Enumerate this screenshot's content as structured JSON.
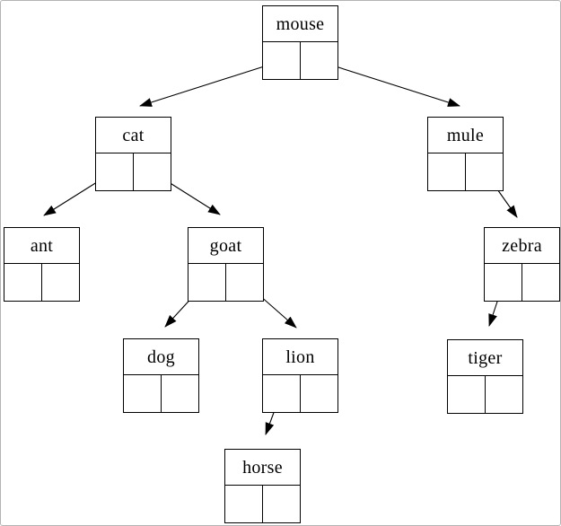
{
  "diagram": {
    "type": "binary-tree-pointer-diagram",
    "title": "",
    "root": "mouse",
    "nodes": [
      {
        "id": "mouse",
        "label": "mouse"
      },
      {
        "id": "cat",
        "label": "cat"
      },
      {
        "id": "mule",
        "label": "mule"
      },
      {
        "id": "ant",
        "label": "ant"
      },
      {
        "id": "goat",
        "label": "goat"
      },
      {
        "id": "zebra",
        "label": "zebra"
      },
      {
        "id": "dog",
        "label": "dog"
      },
      {
        "id": "lion",
        "label": "lion"
      },
      {
        "id": "tiger",
        "label": "tiger"
      },
      {
        "id": "horse",
        "label": "horse"
      }
    ],
    "edges": [
      {
        "from": "mouse",
        "pointer": "left",
        "to": "cat"
      },
      {
        "from": "mouse",
        "pointer": "right",
        "to": "mule"
      },
      {
        "from": "cat",
        "pointer": "left",
        "to": "ant"
      },
      {
        "from": "cat",
        "pointer": "right",
        "to": "goat"
      },
      {
        "from": "goat",
        "pointer": "left",
        "to": "dog"
      },
      {
        "from": "goat",
        "pointer": "right",
        "to": "lion"
      },
      {
        "from": "lion",
        "pointer": "left",
        "to": "horse"
      },
      {
        "from": "mule",
        "pointer": "right",
        "to": "zebra"
      },
      {
        "from": "zebra",
        "pointer": "left",
        "to": "tiger"
      }
    ],
    "colors": {
      "line": "#000000",
      "box_border": "#000000",
      "background": "#ffffff",
      "frame_border": "#b3b3b3"
    }
  }
}
